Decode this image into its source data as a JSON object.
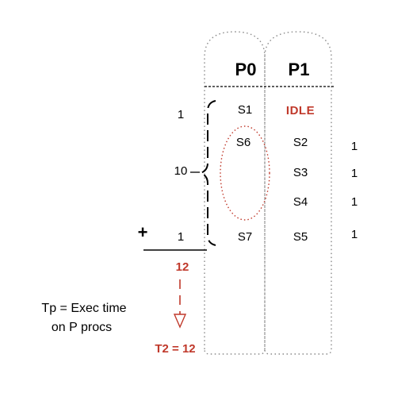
{
  "processors": [
    "P0",
    "P1"
  ],
  "p0_statements": [
    "S1",
    "S6",
    "S7"
  ],
  "p1_statements": [
    "IDLE",
    "S2",
    "S3",
    "S4",
    "S5"
  ],
  "p0_costs": [
    "1",
    "10",
    "1"
  ],
  "p1_costs": [
    "1",
    "1",
    "1",
    "1"
  ],
  "plus_sign": "+",
  "total": "12",
  "note_lines": [
    "Tp = Exec time",
    "on P procs"
  ],
  "result": "T2 = 12",
  "colors": {
    "accent": "#c0392b",
    "ink": "#000000",
    "outline": "#888888"
  }
}
